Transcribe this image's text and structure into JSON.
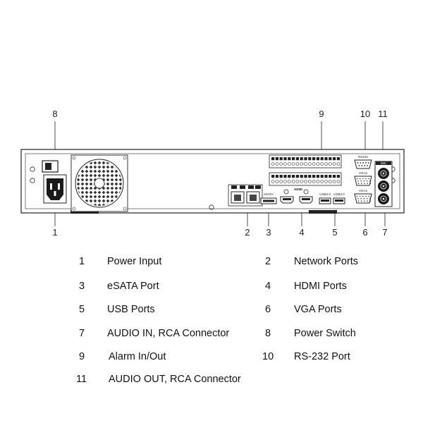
{
  "callouts": [
    "8",
    "9",
    "10",
    "11",
    "1",
    "2",
    "3",
    "4",
    "5",
    "6",
    "7"
  ],
  "port_labels": {
    "esata": "eSATA",
    "hdmi": "HDMI",
    "usb_a": "USB3.0",
    "usb_b": "USB3.0",
    "vga_top": "VGA2",
    "vga_bottom": "VGA1",
    "rs232": "RS232",
    "audio": "MIC"
  },
  "legend": [
    {
      "num": "1",
      "label": "Power Input"
    },
    {
      "num": "2",
      "label": "Network Ports"
    },
    {
      "num": "3",
      "label": "eSATA Port"
    },
    {
      "num": "4",
      "label": "HDMI Ports"
    },
    {
      "num": "5",
      "label": "USB Ports"
    },
    {
      "num": "6",
      "label": "VGA Ports"
    },
    {
      "num": "7",
      "label": "AUDIO IN, RCA Connector"
    },
    {
      "num": "8",
      "label": "Power Switch"
    },
    {
      "num": "9",
      "label": "Alarm In/Out"
    },
    {
      "num": "10",
      "label": "RS-232 Port"
    },
    {
      "num": "11",
      "label": "AUDIO OUT, RCA Connector"
    }
  ]
}
